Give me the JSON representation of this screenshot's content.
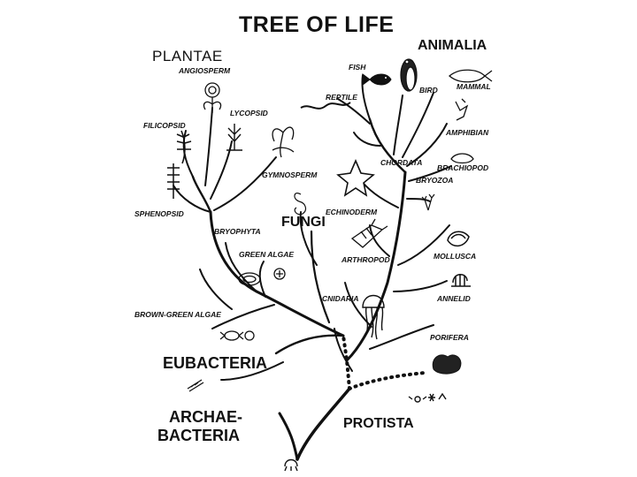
{
  "title": "TREE OF LIFE",
  "kingdoms": {
    "plantae": "PLANTAE",
    "animalia": "ANIMALIA",
    "fungi": "FUNGI",
    "eubacteria": "EUBACTERIA",
    "archaebacteria_line1": "ARCHAE-",
    "archaebacteria_line2": "BACTERIA",
    "protista": "PROTISTA"
  },
  "taxa": {
    "angiosperm": "ANGIOSPERM",
    "filicopsid": "FILICOPSID",
    "lycopsid": "LYCOPSID",
    "gymnosperm": "GYMNOSPERM",
    "sphenopsid": "SPHENOPSID",
    "bryophyta": "BRYOPHYTA",
    "green_algae": "GREEN ALGAE",
    "brown_green_algae": "BROWN-GREEN ALGAE",
    "fish": "FISH",
    "bird": "BIRD",
    "mammal": "MAMMAL",
    "reptile": "REPTILE",
    "amphibian": "AMPHIBIAN",
    "chordata": "CHORDATA",
    "brachiopod": "BRACHIOPOD",
    "bryozoa": "BRYOZOA",
    "echinoderm": "ECHINODERM",
    "arthropod": "ARTHROPOD",
    "mollusca": "MOLLUSCA",
    "annelid": "ANNELID",
    "cnidaria": "CNIDARIA",
    "porifera": "PORIFERA"
  },
  "icons": [
    "flower-icon",
    "fern-icon",
    "club-moss-icon",
    "horsetail-icon",
    "cycad-icon",
    "fungus-icon",
    "starfish-icon",
    "fish-icon",
    "penguin-icon",
    "whale-icon",
    "snake-icon",
    "frog-icon",
    "brachiopod-icon",
    "bryozoan-icon",
    "lobster-icon",
    "clam-icon",
    "worm-icon",
    "jellyfish-icon",
    "sponge-icon",
    "diatom-icon",
    "bacterium-icon",
    "archaea-icon",
    "protist-icon"
  ]
}
